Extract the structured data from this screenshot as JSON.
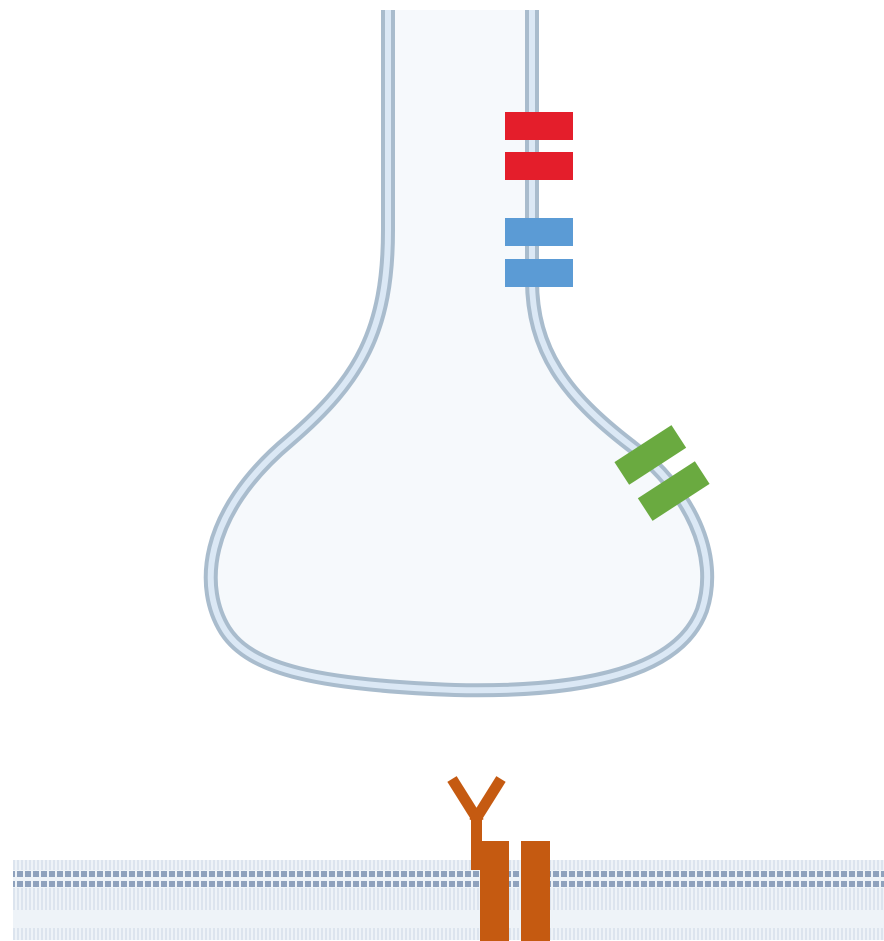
{
  "colors": {
    "background": "#ffffff",
    "terminal_fill": "#f6f9fc",
    "terminal_outer_stroke": "#a9bccd",
    "terminal_inner_stroke": "#dbe8f5",
    "receptor_red": "#e41e2b",
    "receptor_blue": "#5b9bd5",
    "receptor_green": "#6aaa40",
    "antibody_orange": "#c55a11",
    "membrane_edge": "#8fa2bd",
    "membrane_core": "#eef3f8"
  },
  "elements": {
    "terminal": "presynaptic-terminal",
    "receptors": [
      "red-receptor-pair",
      "blue-receptor-pair",
      "green-receptor-pair"
    ],
    "membrane_protein": "y-shaped-receptor-with-channel"
  }
}
